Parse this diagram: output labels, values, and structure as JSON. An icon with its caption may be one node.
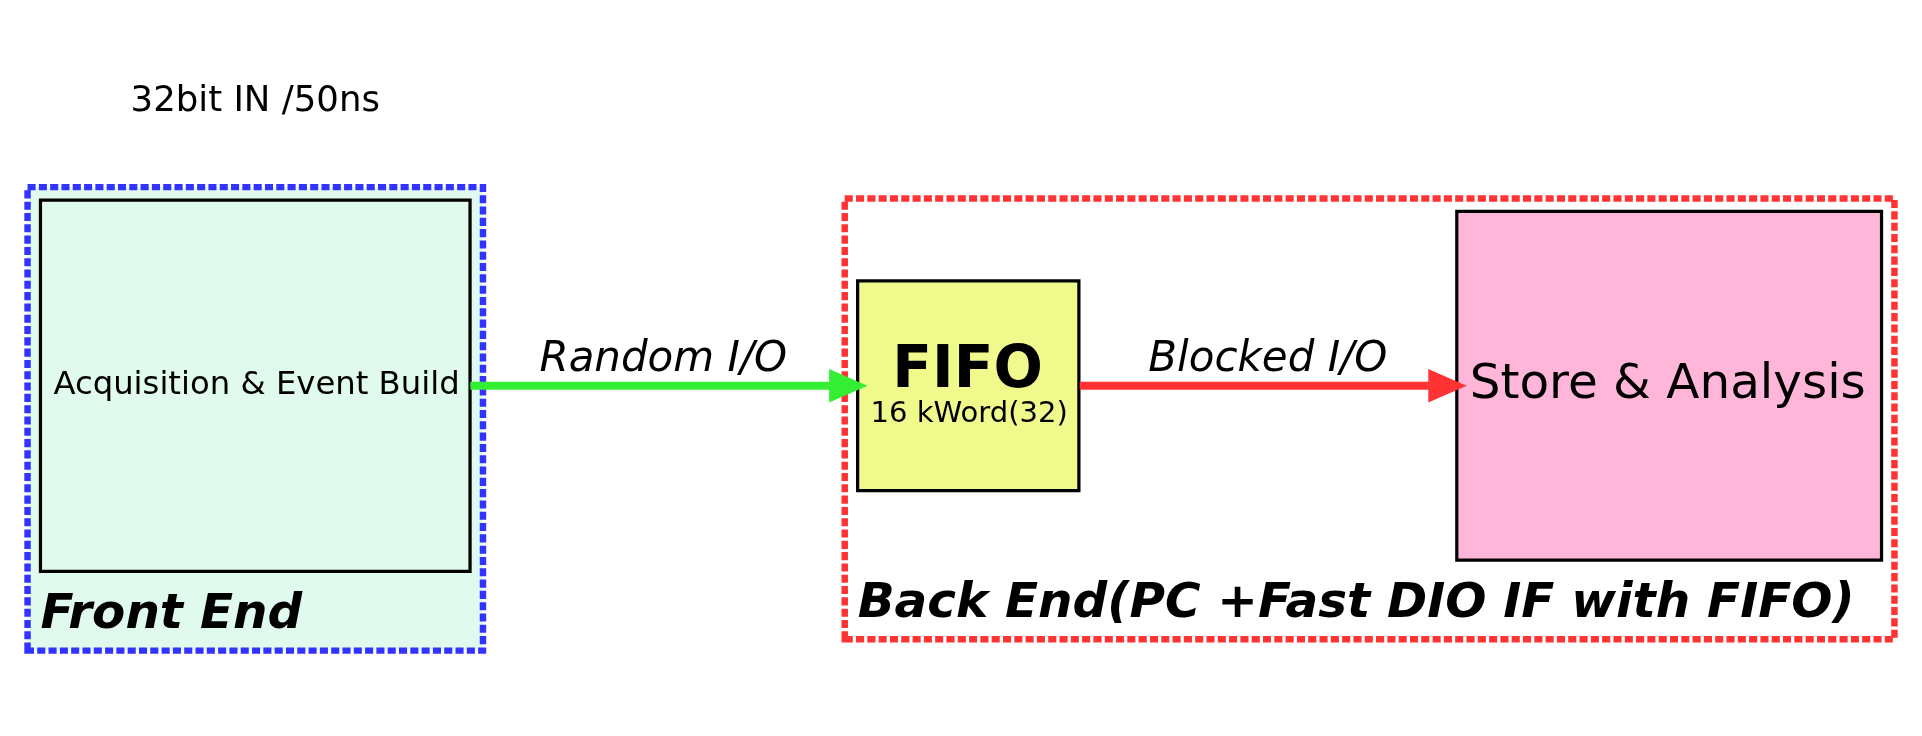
{
  "diagram": {
    "nodes": [
      {
        "text": [
          "Front End"
        ]
      },
      {
        "text": [
          "Acquisition & Event Build"
        ],
        "in": 0
      },
      {
        "text": [
          "Back End(PC +Fast DIO IF with FIFO)"
        ]
      },
      {
        "text": [
          "FIFO",
          "16 kWord(32)"
        ],
        "in": 2
      },
      {
        "text": [
          "Store & Analysis"
        ],
        "in": 2
      }
    ],
    "edges": [
      {
        "from": 1,
        "to": 3,
        "arrow": "to",
        "label": "Random I/O",
        "color": "#33ee33"
      },
      {
        "from": 3,
        "to": 4,
        "arrow": "to",
        "label": "Blocked I/O",
        "color": "#ff3333"
      }
    ],
    "labels": [
      "32bit IN /50ns"
    ]
  }
}
